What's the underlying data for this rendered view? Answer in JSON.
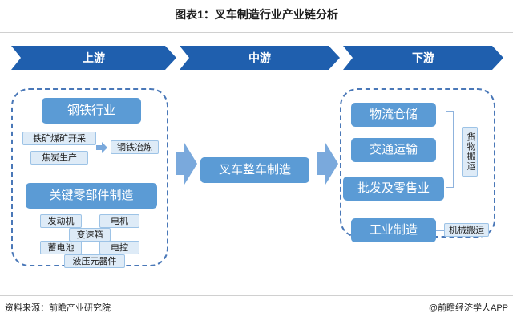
{
  "title": "图表1：叉车制造行业产业链分析",
  "stages": [
    "上游",
    "中游",
    "下游"
  ],
  "upstream": {
    "steel": {
      "header": "钢铁行业",
      "inputs": [
        "铁矿煤矿开采",
        "焦炭生产"
      ],
      "output": "钢铁冶炼"
    },
    "parts": {
      "header": "关键零部件制造",
      "items": [
        "发动机",
        "电机",
        "变速箱",
        "蓄电池",
        "电控",
        "液压元器件"
      ]
    }
  },
  "midstream": {
    "box": "叉车整车制造"
  },
  "downstream": {
    "items": [
      "物流仓储",
      "交通运输",
      "批发及零售业",
      "工业制造"
    ],
    "group_label": "货物搬运",
    "industrial_label": "机械搬运"
  },
  "footer": {
    "source": "资料来源：前瞻产业研究院",
    "credit": "@前瞻经济学人APP"
  },
  "colors": {
    "chevron": "#1f5fae",
    "box_dark": "#5b9bd5",
    "box_light": "#deebf7",
    "dashed": "#4a78b8"
  }
}
